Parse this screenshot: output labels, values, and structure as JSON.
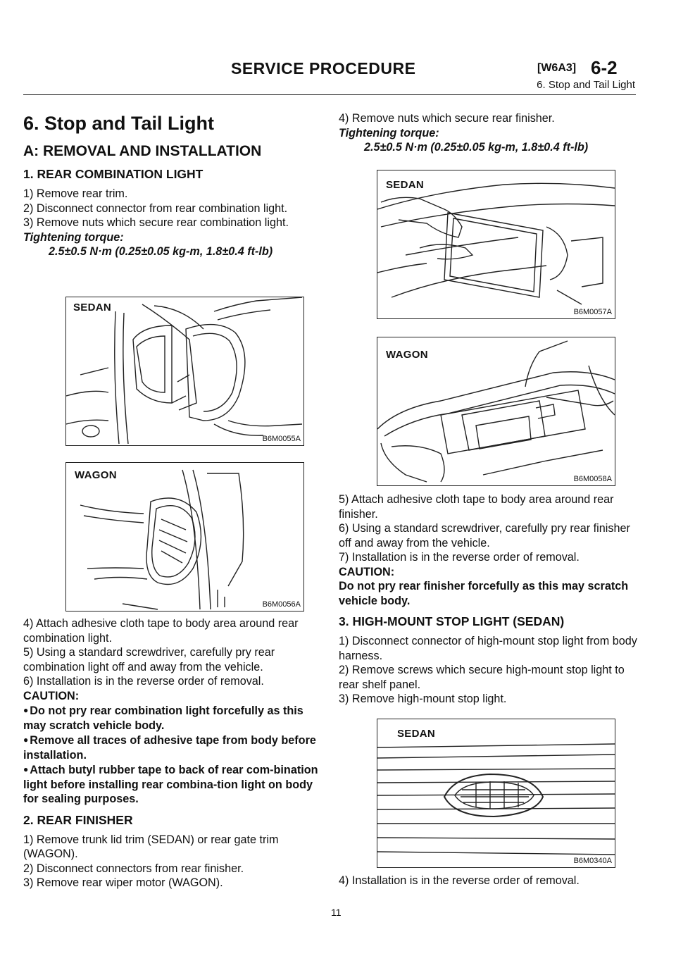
{
  "header": {
    "title": "SERVICE PROCEDURE",
    "code": "[W6A3]",
    "section_number": "6-2",
    "subtitle": "6. Stop and Tail Light"
  },
  "left": {
    "heading_main": "6. Stop and Tail Light",
    "heading_sub": "A: REMOVAL AND INSTALLATION",
    "sec1_title": "1. REAR COMBINATION LIGHT",
    "sec1_steps": [
      "1) Remove rear trim.",
      "2) Disconnect connector from rear combination light.",
      "3) Remove nuts which secure rear combination light."
    ],
    "torque_label": "Tightening torque:",
    "torque_value": "2.5±0.5 N·m (0.25±0.05 kg-m, 1.8±0.4 ft-lb)",
    "fig1": {
      "label": "SEDAN",
      "code": "B6M0055A"
    },
    "fig2": {
      "label": "WAGON",
      "code": "B6M0056A"
    },
    "sec1_steps_b": [
      "4) Attach adhesive cloth tape to body area around rear combination light.",
      "5) Using a standard screwdriver, carefully pry rear combination light off and away from the vehicle.",
      "6) Installation is in the reverse order of removal."
    ],
    "caution_label": "CAUTION:",
    "caution_items": [
      "Do not pry rear combination light forcefully as this may scratch vehicle body.",
      "Remove all traces of adhesive tape from body before installation.",
      "Attach butyl rubber tape to back of rear com-bination light before installing rear combina-tion light on body for sealing purposes."
    ],
    "sec2_title": "2. REAR FINISHER",
    "sec2_steps": [
      "1) Remove trunk lid trim (SEDAN) or rear gate trim (WAGON).",
      "2) Disconnect connectors from rear finisher.",
      "3) Remove rear wiper motor (WAGON)."
    ]
  },
  "right": {
    "step4": "4) Remove nuts which secure rear finisher.",
    "torque_label": "Tightening torque:",
    "torque_value": "2.5±0.5 N·m (0.25±0.05 kg-m, 1.8±0.4 ft-lb)",
    "fig3": {
      "label": "SEDAN",
      "code": "B6M0057A"
    },
    "fig4": {
      "label": "WAGON",
      "code": "B6M0058A"
    },
    "sec2_steps_b": [
      "5) Attach adhesive cloth tape to body area around rear finisher.",
      "6) Using a standard screwdriver, carefully pry rear finisher off and away from the vehicle.",
      "7) Installation is in the reverse order of removal."
    ],
    "caution_label": "CAUTION:",
    "caution_text": "Do not pry rear finisher forcefully as this may scratch vehicle body.",
    "sec3_title": "3. HIGH-MOUNT STOP LIGHT (SEDAN)",
    "sec3_steps": [
      "1) Disconnect connector of high-mount stop light from body harness.",
      "2) Remove screws which secure high-mount stop light to rear shelf panel.",
      "3) Remove high-mount stop light."
    ],
    "fig5": {
      "label": "SEDAN",
      "code": "B6M0340A"
    },
    "sec3_step4": "4) Installation is in the reverse order of removal."
  },
  "footer": {
    "page_number": "11"
  }
}
